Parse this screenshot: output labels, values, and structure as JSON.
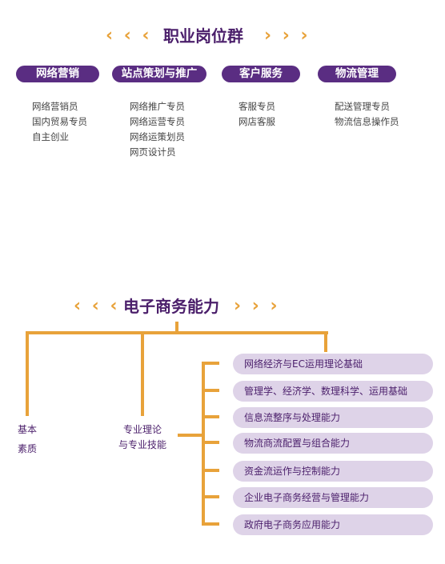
{
  "section1": {
    "title": "职业岗位群",
    "chev_left": "‹ ‹ ‹",
    "chev_right": "› › ›",
    "categories": [
      {
        "label": "网络营销",
        "jobs": [
          "网络营销员",
          "国内贸易专员",
          "自主创业"
        ]
      },
      {
        "label": "站点策划与推广",
        "jobs": [
          "网络推广专员",
          "网络运营专员",
          "网络运策划员",
          "网页设计员"
        ]
      },
      {
        "label": "客户服务",
        "jobs": [
          "客服专员",
          "网店客服"
        ]
      },
      {
        "label": "物流管理",
        "jobs": [
          "配送管理专员",
          "物流信息操作员"
        ]
      }
    ]
  },
  "section2": {
    "title": "电子商务能力",
    "chev_left": "‹ ‹ ‹",
    "chev_right": "› › ›",
    "branch_basic": [
      "基本",
      "素质"
    ],
    "branch_pro": [
      "专业理论",
      "与专业技能"
    ],
    "capabilities": [
      "网络经济与EC运用理论基础",
      "管理学、经济学、数理科学、运用基础",
      "信息流整序与处理能力",
      "物流商流配置与组合能力",
      "资金流运作与控制能力",
      "企业电子商务经营与管理能力",
      "政府电子商务应用能力"
    ]
  },
  "colors": {
    "purple": "#5a2d82",
    "orange": "#e8a23a",
    "lavender": "#ded3e8"
  }
}
